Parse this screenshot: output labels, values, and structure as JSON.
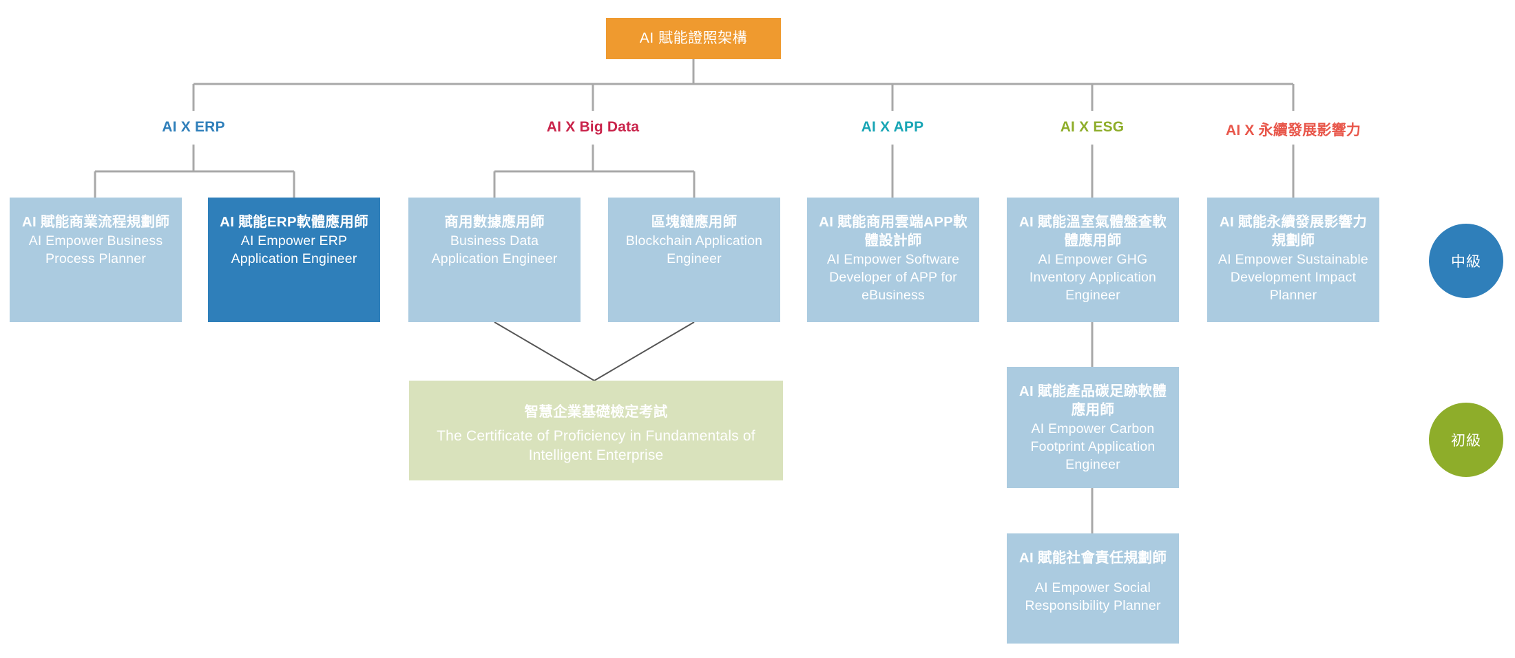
{
  "diagram": {
    "type": "organizational-hierarchy",
    "root": {
      "title": "AI 賦能證照架構",
      "color": "#ef9a2f"
    },
    "categories": [
      {
        "label": "AI X ERP",
        "color": "#2f7fba"
      },
      {
        "label": "AI X Big Data",
        "color": "#c9234a"
      },
      {
        "label": "AI X APP",
        "color": "#18a5b5"
      },
      {
        "label": "AI X ESG",
        "color": "#8ead2a"
      },
      {
        "label": "AI X 永續發展影響力",
        "color": "#e8564a"
      }
    ],
    "certificates": [
      {
        "zh": "AI 賦能商業流程規劃師",
        "en": "AI Empower Business Process Planner",
        "category": "AI X ERP",
        "level": "中級",
        "color": "#abcbe0",
        "highlighted": false
      },
      {
        "zh": "AI 賦能ERP軟體應用師",
        "en": "AI Empower ERP Application Engineer",
        "category": "AI X ERP",
        "level": "中級",
        "color": "#2f7fba",
        "highlighted": true
      },
      {
        "zh": "商用數據應用師",
        "en": "Business Data Application Engineer",
        "category": "AI X Big Data",
        "level": "中級",
        "color": "#abcbe0",
        "highlighted": false
      },
      {
        "zh": "區塊鏈應用師",
        "en": "Blockchain Application Engineer",
        "category": "AI X Big Data",
        "level": "中級",
        "color": "#abcbe0",
        "highlighted": false
      },
      {
        "zh": "AI 賦能商用雲端APP軟體設計師",
        "en": "AI Empower Software Developer of APP for eBusiness",
        "category": "AI X APP",
        "level": "中級",
        "color": "#abcbe0",
        "highlighted": false
      },
      {
        "zh": "AI 賦能溫室氣體盤查軟體應用師",
        "en": "AI Empower GHG Inventory Application Engineer",
        "category": "AI X ESG",
        "level": "中級",
        "color": "#abcbe0",
        "highlighted": false
      },
      {
        "zh": "AI 賦能永續發展影響力規劃師",
        "en": "AI Empower Sustainable Development Impact Planner",
        "category": "AI X 永續發展影響力",
        "level": "中級",
        "color": "#abcbe0",
        "highlighted": false
      },
      {
        "zh": "AI 賦能產品碳足跡軟體應用師",
        "en": "AI Empower Carbon Footprint Application Engineer",
        "category": "AI X ESG",
        "level": "初級",
        "color": "#abcbe0",
        "highlighted": false
      },
      {
        "zh": "AI 賦能社會責任規劃師",
        "en": "AI Empower Social Responsibility Planner",
        "category": "AI X ESG",
        "level": "",
        "color": "#abcbe0",
        "highlighted": false
      }
    ],
    "exam": {
      "zh": "智慧企業基礎檢定考試",
      "en": "The Certificate of Proficiency in Fundamentals of Intelligent Enterprise",
      "color": "#d9e2bc"
    },
    "levels": [
      {
        "label": "中級",
        "color": "#2f7fba"
      },
      {
        "label": "初級",
        "color": "#8ead2a"
      }
    ],
    "connector_color": "#a8a8a8",
    "exam_connector_color": "#555555"
  }
}
